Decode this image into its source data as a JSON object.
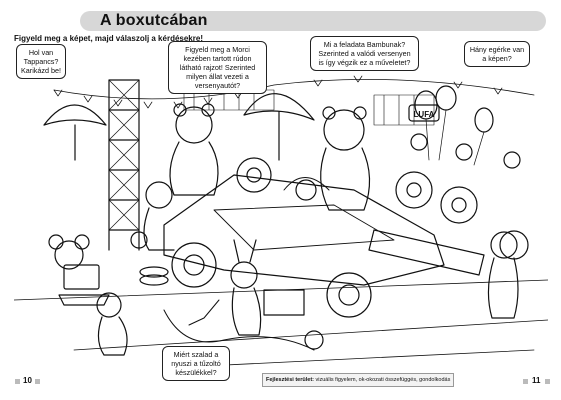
{
  "title": "A boxutcában",
  "instruction": "Figyeld meg a képet, majd válaszolj a kérdésekre!",
  "questions": [
    "Hol van Tappancs? Karikázd be!",
    "Figyeld meg a Morci kezében tartott rúdon látható rajzot! Szerinted milyen állat vezeti a versenyautót?",
    "Mi a feladata Bambunak? Szerinted a valódi versenyen is így végzik ez a műveletet?",
    "Hány egérke van a képen?",
    "Miért szalad a nyuszi a tűzoltó készülékkel?"
  ],
  "car_signs": {
    "flag": "LUFA"
  },
  "footer": {
    "label": "Fejlesztési terület:",
    "text": "vizuális figyelem, ok-okozati összefüggés, gondolkodás"
  },
  "page_left": "10",
  "page_right": "11"
}
